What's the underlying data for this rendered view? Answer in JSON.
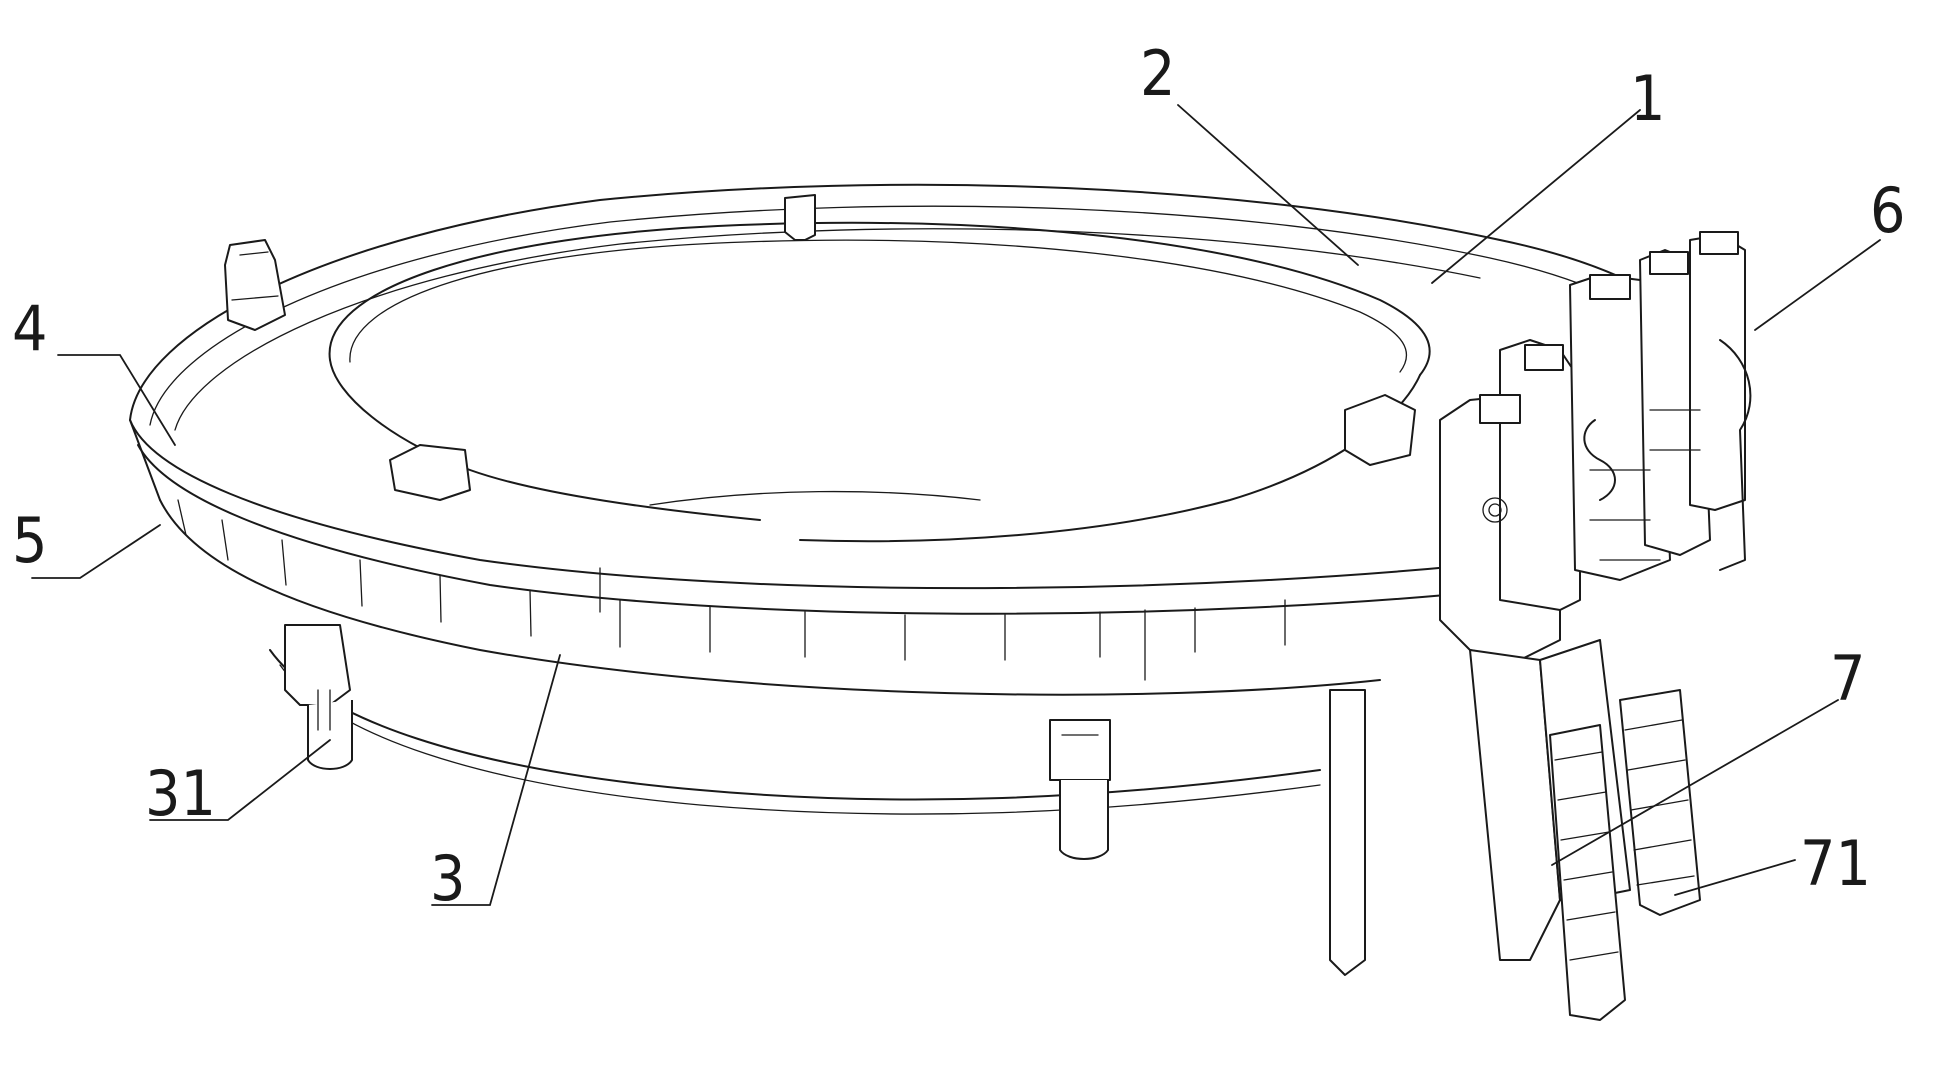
{
  "callouts": [
    {
      "id": "1",
      "label": "1"
    },
    {
      "id": "2",
      "label": "2"
    },
    {
      "id": "3",
      "label": "3"
    },
    {
      "id": "4",
      "label": "4"
    },
    {
      "id": "5",
      "label": "5"
    },
    {
      "id": "6",
      "label": "6"
    },
    {
      "id": "7",
      "label": "7"
    },
    {
      "id": "31",
      "label": "31"
    },
    {
      "id": "71",
      "label": "71"
    }
  ]
}
